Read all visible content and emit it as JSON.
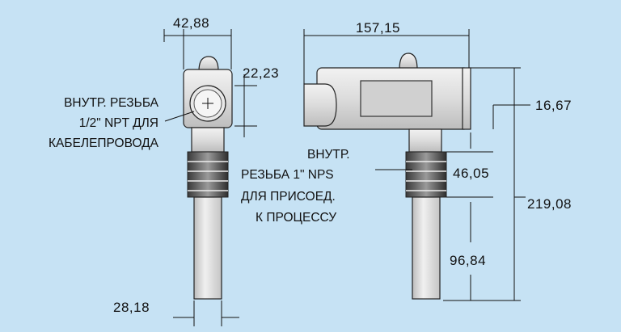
{
  "dimensions": {
    "side_width": "42,88",
    "conduit_offset": "22,23",
    "probe_diameter": "28,18",
    "total_length": "157,15",
    "top_offset": "16,67",
    "thread_height": "46,05",
    "overall_height": "219,08",
    "probe_length": "96,84"
  },
  "labels": {
    "conduit_thread": [
      "ВНУТР. РЕЗЬБА",
      "1/2\" NPT ДЛЯ",
      "КАБЕЛЕПРОВОДА"
    ],
    "process_thread": [
      "ВНУТР.",
      "РЕЗЬБА 1\" NPS",
      "ДЛЯ ПРИСОЕД.",
      "К ПРОЦЕССУ"
    ]
  },
  "colors": {
    "background": "#c6e2f4",
    "metal": "#d9d9d9",
    "outline": "#222222"
  }
}
